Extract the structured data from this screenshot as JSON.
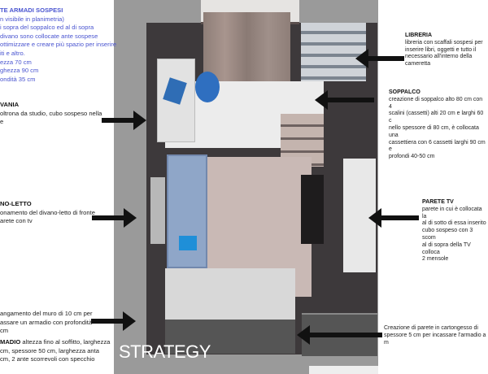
{
  "plan_title": "STRATEGY",
  "notes": {
    "armadi": {
      "title": "TE ARMADI SOSPESI",
      "lines": [
        "n visibile in planimetria)",
        "i sopra del soppalco ed al di sopra",
        "divano sono collocate ante sospese",
        "ottimizzare e creare più spazio per inserire",
        "iti e altro.",
        "ezza 70 cm",
        "ghezza 90 cm",
        "ondità 35 cm"
      ]
    },
    "scrivania": {
      "title": "VANIA",
      "lines": [
        "oltrona da studio, cubo sospeso nella",
        "e"
      ]
    },
    "divano": {
      "title": "NO-LETTO",
      "lines": [
        "onamento del divano-letto di fronte",
        "arete con tv"
      ]
    },
    "muro": {
      "lines": [
        "angamento del muro di 10 cm per",
        "assare un armadio con profondità",
        "cm"
      ]
    },
    "armadio": {
      "title": "MADIO",
      "lines": [
        " altezza fino al soffitto, larghezza",
        " cm, spessore 50 cm, larghezza anta",
        "cm, 2 ante scorrevoli con specchio"
      ]
    },
    "libreria": {
      "title": "LIBRERIA",
      "lines": [
        "libreria con scaffali sospesi per",
        "inserire libri, oggetti e tutto il",
        "necessario all'interno della",
        "cameretta"
      ]
    },
    "soppalco": {
      "title": "SOPPALCO",
      "lines": [
        "creazione di soppalco alto 80 cm con 4",
        "scalini (cassetti) alti 20 cm e larghi 60 c",
        "nello spessore di 80 cm, è collocata una",
        "cassettiera con 6 cassetti larghi 90 cm e",
        "profondi 40-50 cm"
      ]
    },
    "parete_tv": {
      "title": "PARETE TV",
      "lines": [
        "parete in cui è collocata la",
        "al di sotto di essa inserito",
        "cubo sospeso con 3 scom",
        "al di sopra della TV colloca",
        "2 mensole"
      ]
    },
    "cartongesso": {
      "lines": [
        "Creazione di parete in cartongesso di",
        "spessore 5 cm per incassare l'armadio a m"
      ]
    }
  },
  "colors": {
    "accent": "#4a55d0",
    "wall": "#3b3739",
    "floor": "#c9b9b5",
    "sofa": "#8fa6c8"
  }
}
